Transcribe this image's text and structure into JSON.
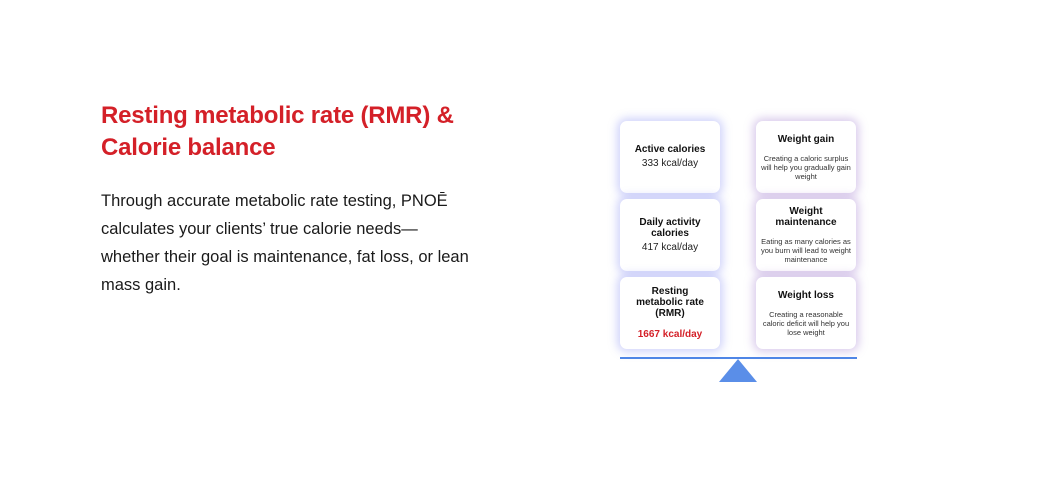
{
  "heading": {
    "line1": "Resting metabolic rate (RMR) &",
    "line2": "Calorie balance"
  },
  "description": "Through accurate metabolic rate testing, PNOĒ calculates your clients’ true calorie needs—whether their goal is maintenance, fat loss, or lean mass gain.",
  "colors": {
    "accent_red": "#d42028",
    "beam_blue": "#4f86e6",
    "left_glow": "#7882f0",
    "right_glow": "#966ec8"
  },
  "diagram": {
    "left_cards": [
      {
        "title": "Active calories",
        "value": "333 kcal/day"
      },
      {
        "title": "Daily activity calories",
        "value": "417 kcal/day"
      },
      {
        "title": "Resting metabolic rate (RMR)",
        "value": "1667 kcal/day"
      }
    ],
    "right_cards": [
      {
        "title": "Weight gain",
        "desc": "Creating a caloric surplus will help you gradually gain weight"
      },
      {
        "title": "Weight maintenance",
        "desc": "Eating as many calories as you burn will lead to weight maintenance"
      },
      {
        "title": "Weight loss",
        "desc": "Creating a reasonable caloric deficit will help you lose weight"
      }
    ],
    "balance_icon": "seesaw-fulcrum-triangle"
  }
}
